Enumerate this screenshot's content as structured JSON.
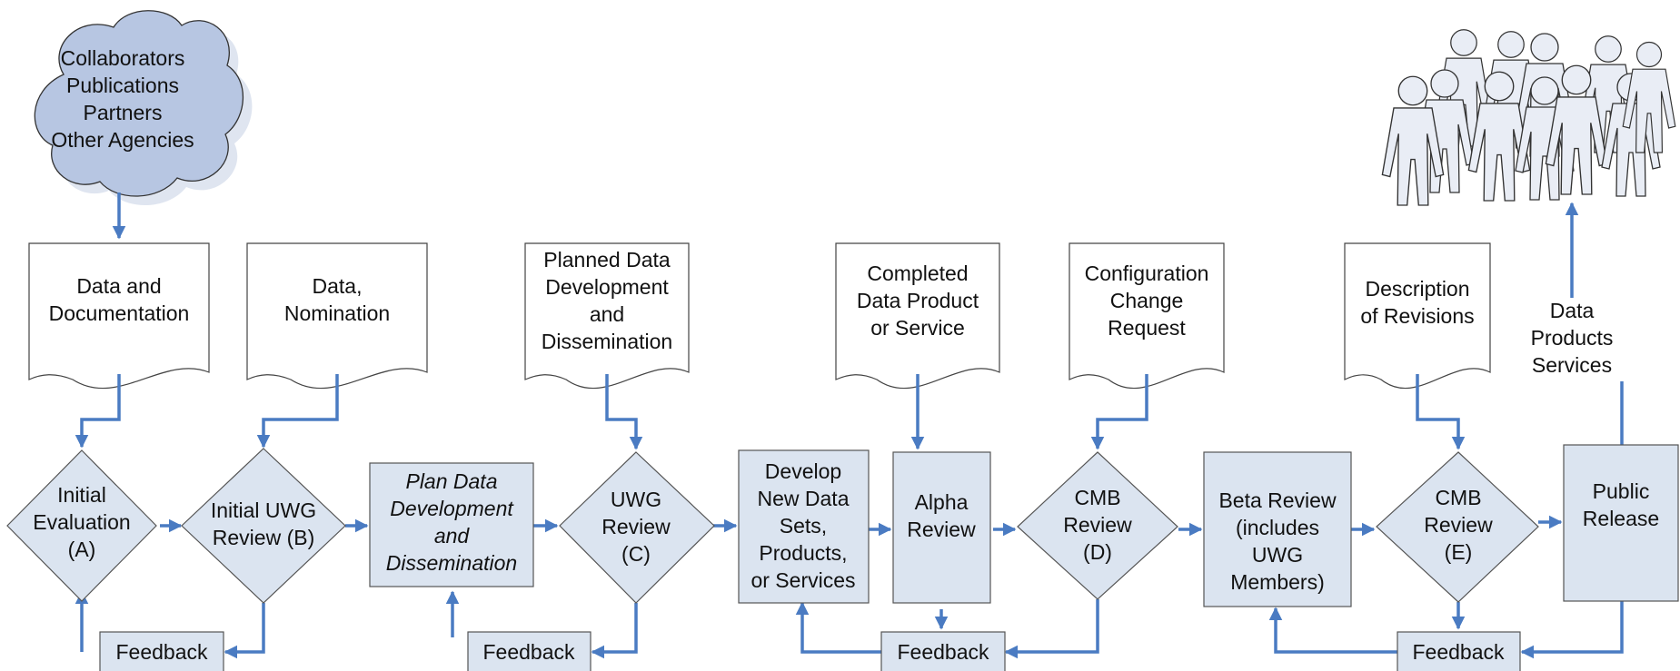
{
  "colors": {
    "flow": "#4a7bc2",
    "shape_fill": "#dbe4f0",
    "cloud_fill": "#b7c6e2"
  },
  "cloud": {
    "lines": [
      "Collaborators",
      "Publications",
      "Partners",
      "Other Agencies"
    ]
  },
  "documents": {
    "doc1": [
      "Data and",
      "Documentation"
    ],
    "doc2": [
      "Data,",
      "Nomination"
    ],
    "doc3": [
      "Planned Data",
      "Development",
      "and",
      "Dissemination"
    ],
    "doc4": [
      "Completed",
      "Data Product",
      "or Service"
    ],
    "doc5": [
      "Configuration",
      "Change",
      "Request"
    ],
    "doc6": [
      "Description",
      "of Revisions"
    ]
  },
  "process": {
    "initial_evaluation": [
      "Initial",
      "Evaluation",
      "(A)"
    ],
    "initial_uwg_review": [
      "Initial UWG",
      "Review (B)"
    ],
    "plan_data": [
      "Plan Data",
      "Development",
      "and",
      "Dissemination"
    ],
    "uwg_review": [
      "UWG",
      "Review",
      "(C)"
    ],
    "develop": [
      "Develop",
      "New Data",
      "Sets,",
      "Products,",
      "or Services"
    ],
    "alpha_review": [
      "Alpha",
      "Review"
    ],
    "cmb_review_d": [
      "CMB",
      "Review",
      "(D)"
    ],
    "beta_review": [
      "Beta Review",
      "(includes",
      "UWG",
      "Members)"
    ],
    "cmb_review_e": [
      "CMB",
      "Review",
      "(E)"
    ],
    "public_release": [
      "Public",
      "Release"
    ]
  },
  "feedback": {
    "label": "Feedback"
  },
  "outputs": [
    "Data",
    "Products",
    "Services"
  ],
  "icons": {
    "people": "people-group-icon",
    "cloud": "cloud-icon"
  }
}
